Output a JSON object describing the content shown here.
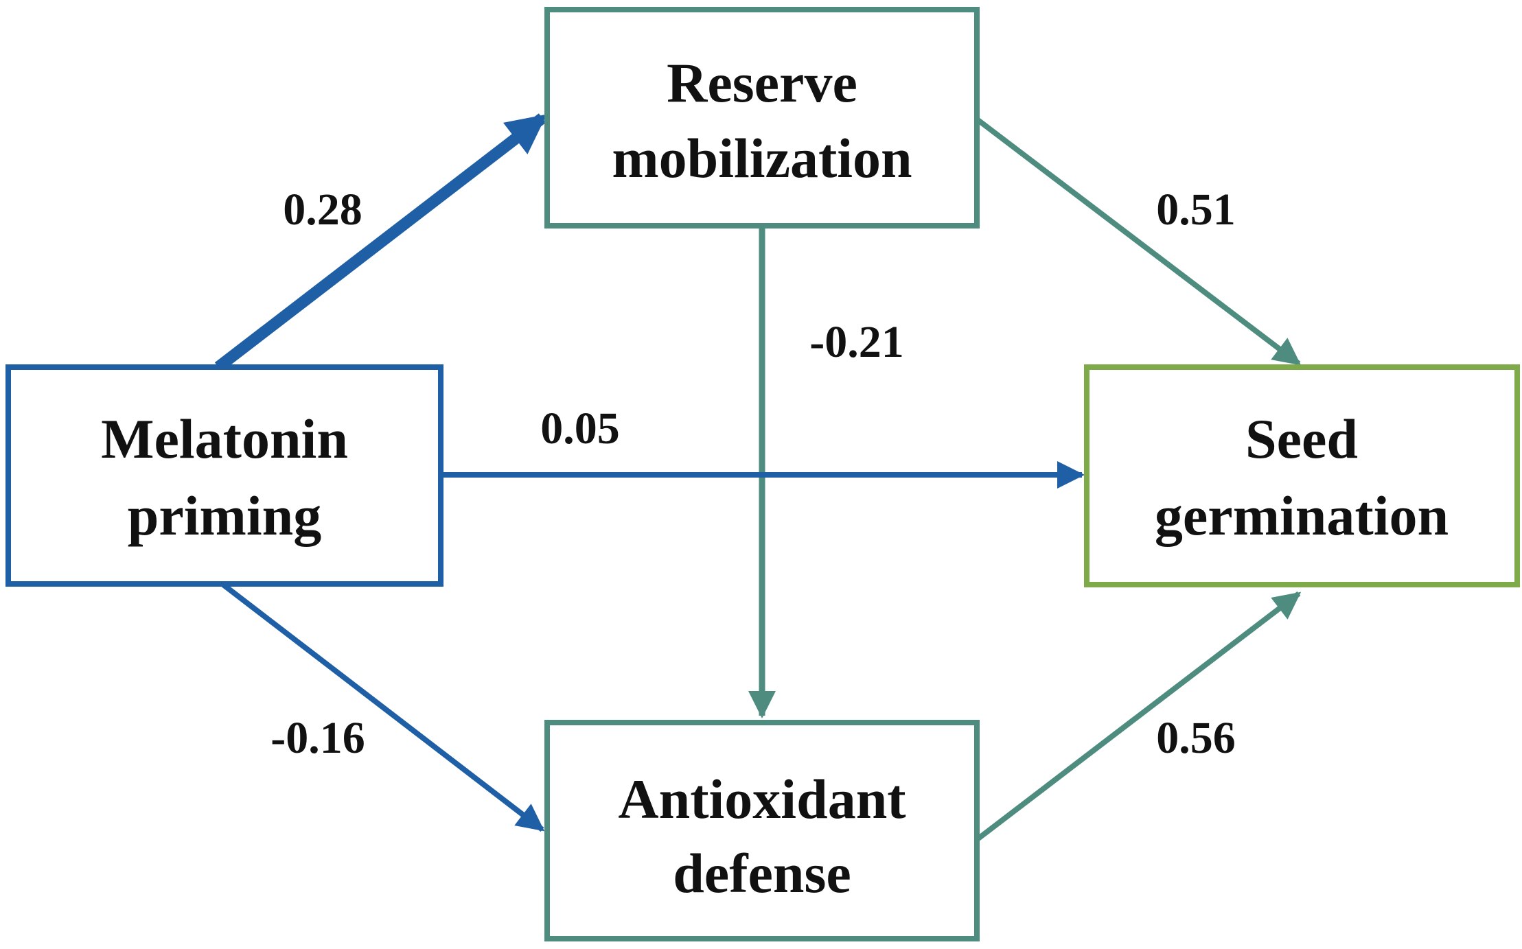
{
  "nodes": {
    "reserve": {
      "line1": "Reserve",
      "line2": "mobilization"
    },
    "melatonin": {
      "line1": "Melatonin",
      "line2": "priming"
    },
    "seed": {
      "line1": "Seed",
      "line2": "germination"
    },
    "antioxidant": {
      "line1": "Antioxidant",
      "line2": "defense"
    }
  },
  "paths": {
    "melatonin_to_reserve": "0.28",
    "reserve_to_seed": "0.51",
    "reserve_to_antioxidant": "-0.21",
    "melatonin_to_seed": "0.05",
    "melatonin_to_antioxidant": "-0.16",
    "antioxidant_to_seed": "0.56"
  },
  "colors": {
    "blue": "#1F5FA6",
    "teal": "#4E8C80",
    "green": "#7FAA4A",
    "text": "#111111"
  }
}
